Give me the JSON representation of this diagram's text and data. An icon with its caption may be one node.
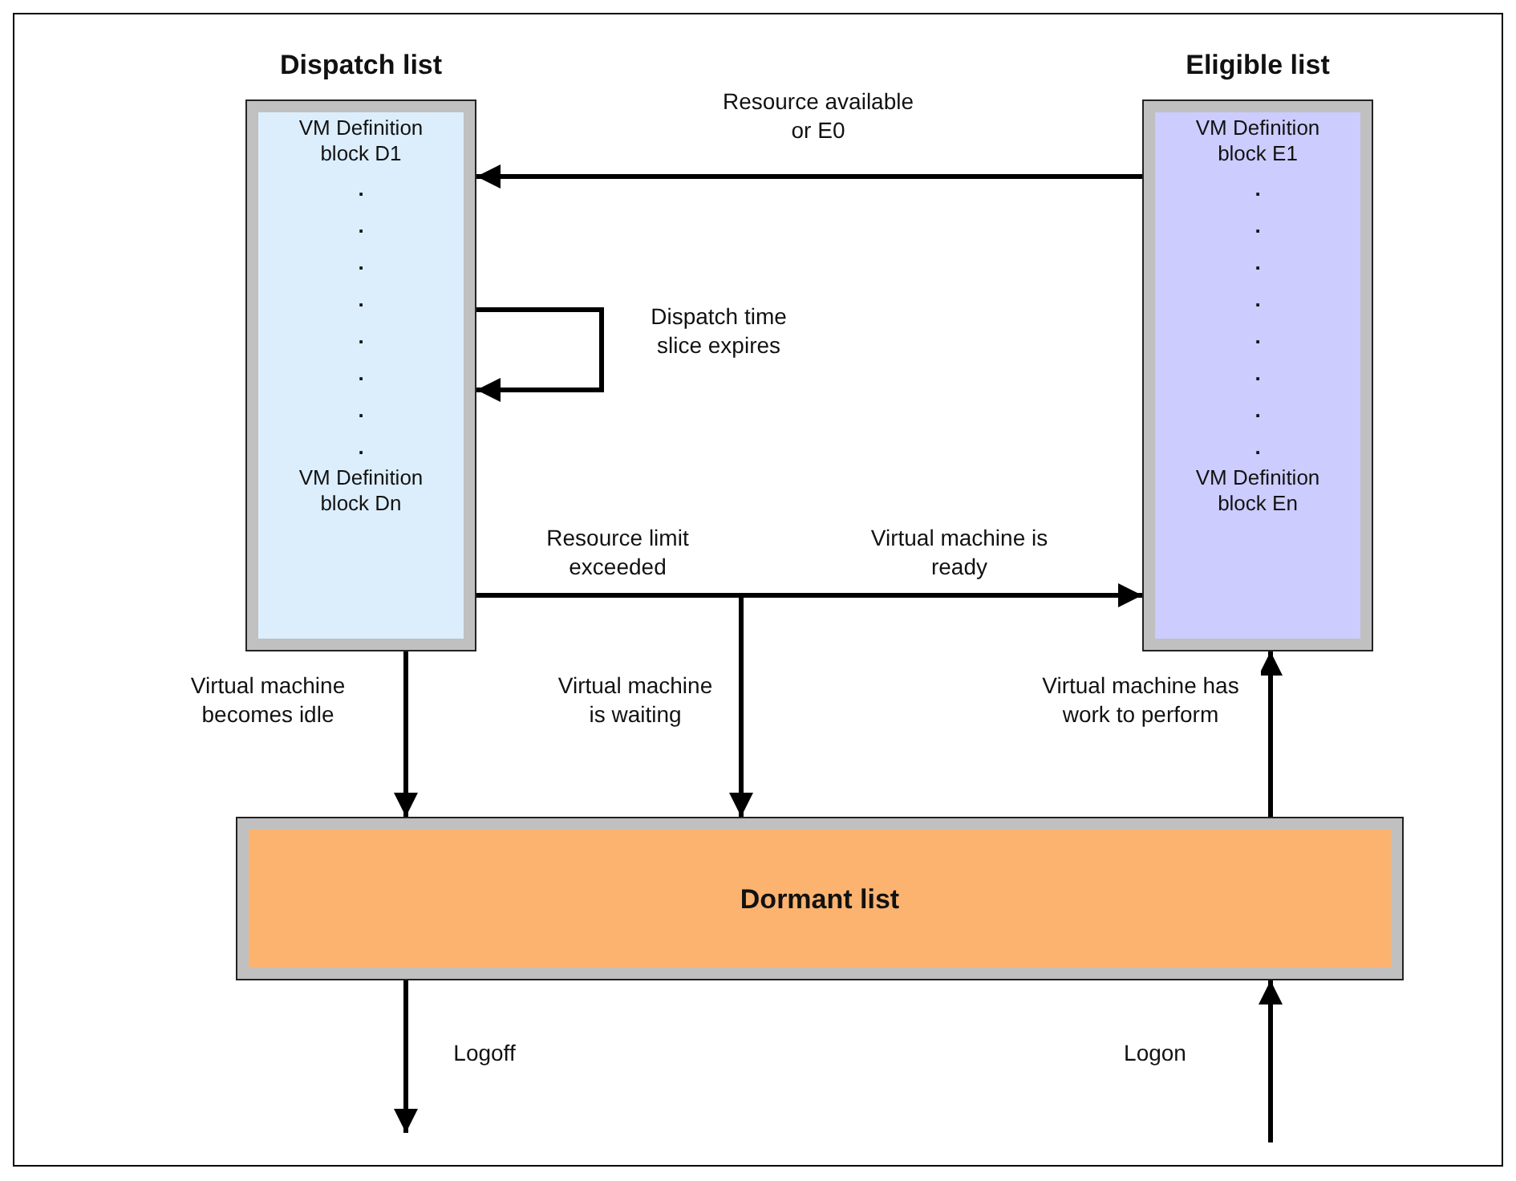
{
  "diagram": {
    "nodes": [
      {
        "text": [
          "Dispatch list",
          "VM Definition block D1",
          ". . . . . . . .",
          "VM Definition block Dn"
        ]
      },
      {
        "text": [
          "Eligible list",
          "VM Definition block E1",
          ". . . . . . . .",
          "VM Definition block En"
        ]
      },
      {
        "text": [
          "Dormant list"
        ]
      }
    ],
    "edges": [
      {
        "from": 1,
        "to": 0,
        "arrow": "to",
        "label": "Resource available or E0"
      },
      {
        "from": 0,
        "to": 0,
        "arrow": "to",
        "label": "Dispatch time slice expires"
      },
      {
        "from": 0,
        "to": 1,
        "arrow": "to",
        "label": "Virtual machine is ready"
      },
      {
        "from": 0,
        "to": 2,
        "arrow": "to",
        "label": "Virtual machine is waiting"
      },
      {
        "from": 0,
        "to": 2,
        "arrow": "to",
        "label": "Virtual machine becomes idle"
      },
      {
        "from": 2,
        "to": 1,
        "arrow": "to",
        "label": "Virtual machine has work to perform"
      },
      {
        "from": 2,
        "to": null,
        "arrow": "to",
        "label": "Logoff"
      },
      {
        "from": null,
        "to": 2,
        "arrow": "to",
        "label": "Logon"
      }
    ],
    "labels": [
      "Resource limit exceeded"
    ]
  }
}
